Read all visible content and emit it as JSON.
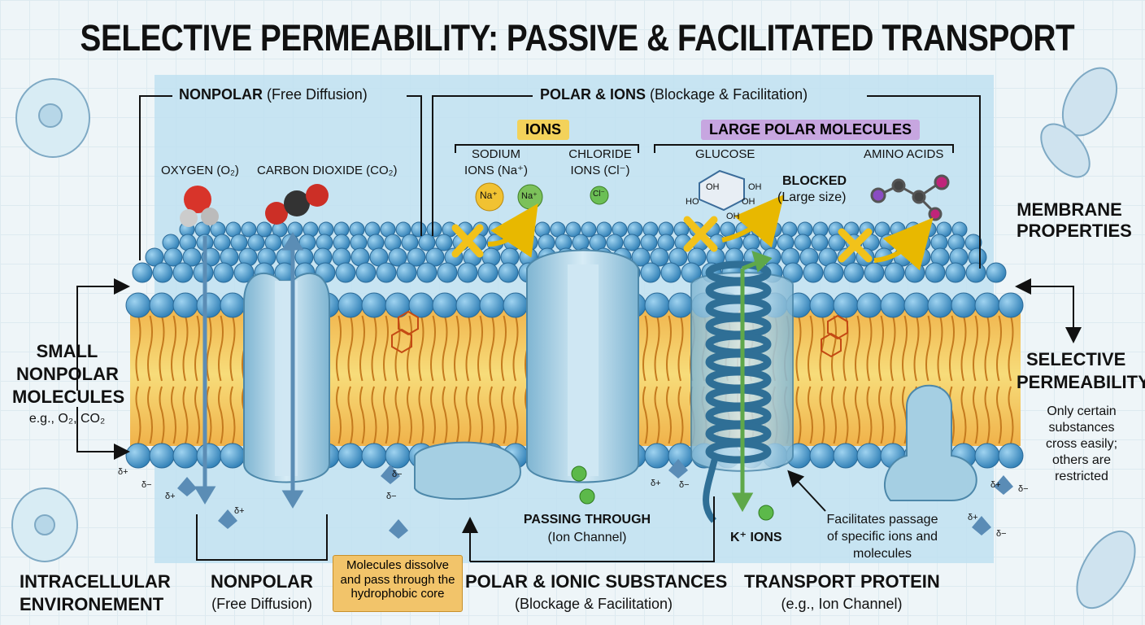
{
  "title": "SELECTIVE PERMEABILITY: PASSIVE & FACILITATED TRANSPORT",
  "top_groups": {
    "nonpolar_bold": "NONPOLAR",
    "nonpolar_rest": "(Free Diffusion)",
    "polar_bold": "POLAR & IONS",
    "polar_rest": "(Blockage & Facilitation)"
  },
  "tags": {
    "ions": "IONS",
    "large_polar": "LARGE POLAR MOLECULES"
  },
  "molecules": {
    "oxygen": "OXYGEN (O₂)",
    "co2": "CARBON DIOXIDE (CO₂)",
    "sodium_line1": "SODIUM",
    "sodium_line2": "IONS (Na⁺)",
    "chloride_line1": "CHLORIDE",
    "chloride_line2": "IONS (Cl⁻)",
    "glucose": "GLUCOSE",
    "amino": "AMINO ACIDS",
    "na1": "Na⁺",
    "na2": "Na⁺",
    "cl": "Cl⁻",
    "oh1": "OH",
    "oh2": "OH",
    "ho1": "HO",
    "oh3": "OH",
    "oh4": "OH"
  },
  "blocked": {
    "bold": "BLOCKED",
    "rest": "(Large size)"
  },
  "left_side": {
    "small_1": "SMALL",
    "small_2": "NONPOLAR",
    "small_3": "MOLECULES",
    "example": "e.g., O₂, CO₂"
  },
  "right_side": {
    "membrane_1": "MEMBRANE",
    "membrane_2": "PROPERTIES",
    "selective_1": "SELECTIVE",
    "selective_2": "PERMEABILITY",
    "desc_1": "Only certain",
    "desc_2": "substances",
    "desc_3": "cross easily;",
    "desc_4": "others are",
    "desc_5": "restricted"
  },
  "channel": {
    "passing_bold": "PASSING THROUGH",
    "passing_rest": "(Ion Channel)",
    "k_ions": "K⁺ IONS",
    "facilitates_1": "Facilitates passage",
    "facilitates_2": "of specific ions and",
    "facilitates_3": "molecules"
  },
  "bottom": {
    "intra_1": "INTRACELLULAR",
    "intra_2": "ENVIRONEMENT",
    "nonpolar_bold": "NONPOLAR",
    "nonpolar_rest": "(Free Diffusion)",
    "note_1": "Molecules dissolve",
    "note_2": "and pass through the",
    "note_3": "hydrophobic core",
    "polar_bold": "POLAR & IONIC SUBSTANCES",
    "polar_rest": "(Blockage & Facilitation)",
    "transport_bold": "TRANSPORT PROTEIN",
    "transport_rest": "(e.g., Ion Channel)"
  },
  "charges": {
    "dp": "δ+",
    "dm": "δ−"
  },
  "colors": {
    "head": "#4a9ccd",
    "tail": "#e9a03a",
    "protein": "#9cc9df",
    "highlight": "#f6d54a",
    "tag_ions": "#f3d25a",
    "tag_large": "#c7a6e0",
    "green": "#6aae55"
  }
}
